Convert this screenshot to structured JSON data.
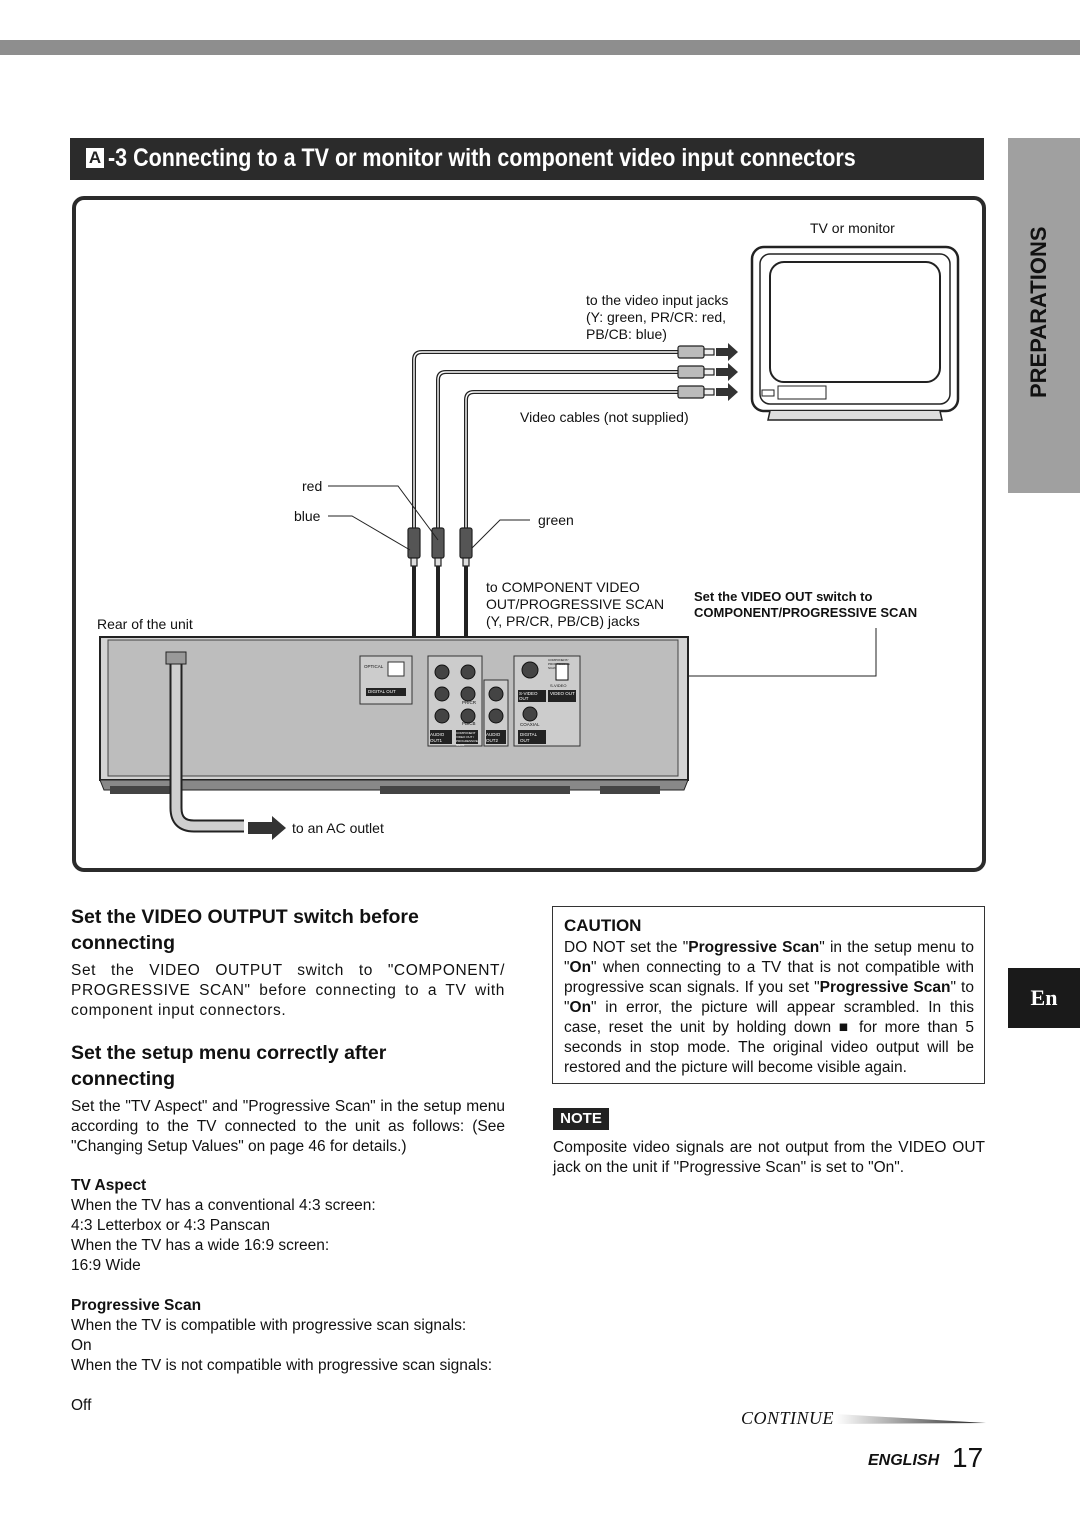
{
  "header": {
    "section_badge": "A",
    "title": "-3 Connecting to a TV or monitor with component video input connectors"
  },
  "side_tab": {
    "label": "PREPARATIONS",
    "lang": "En"
  },
  "diagram": {
    "tv_label": "TV or monitor",
    "input_jacks_line1": "to the video input jacks",
    "input_jacks_line2": "(Y: green, PR/CR: red,",
    "input_jacks_line3": "PB/CB: blue)",
    "cables_label": "Video cables (not supplied)",
    "red_label": "red",
    "blue_label": "blue",
    "green_label": "green",
    "component_line1": "to COMPONENT VIDEO",
    "component_line2": "OUT/PROGRESSIVE SCAN",
    "component_line3": "(Y, PR/CR, PB/CB) jacks",
    "switch_line1": "Set the VIDEO OUT switch to",
    "switch_line2": "COMPONENT/PROGRESSIVE SCAN",
    "rear_label": "Rear of the unit",
    "ac_label": "to an AC outlet",
    "panel": {
      "optical": "OPTICAL",
      "digital_out": "DIGITAL OUT",
      "y": "Y",
      "pr": "PR/CR",
      "pb": "PB/CB",
      "audio_out1": "AUDIO OUT1",
      "component": "COMPONENT VIDEO OUT / PROGRESSIVE SCAN",
      "audio_out2": "AUDIO OUT2",
      "s_video_out": "S-VIDEO OUT",
      "video_out": "VIDEO OUT",
      "coaxial": "COAXIAL",
      "digital_out2": "DIGITAL OUT",
      "switch_top": "COMPONENT/ PROGRESSIVE SCAN",
      "switch_bottom": "S-VIDEO"
    }
  },
  "left": {
    "h1_line1": "Set the VIDEO OUTPUT switch before",
    "h1_line2": "connecting",
    "p1": "Set the VIDEO OUTPUT switch to \"COMPONENT/ PROGRESSIVE SCAN\" before connecting to a TV with component input connectors.",
    "h2_line1": "Set the setup menu correctly after",
    "h2_line2": "connecting",
    "p2": "Set the \"TV Aspect\" and \"Progressive Scan\" in the setup menu according to the TV connected to the unit as follows: (See \"Changing Setup Values\" on page 46 for details.)",
    "tv_aspect_heading": "TV Aspect",
    "tv_aspect_l1": "When the TV has a conventional 4:3 screen:",
    "tv_aspect_l2": "4:3 Letterbox or 4:3 Panscan",
    "tv_aspect_l3": "When the TV has a wide 16:9 screen:",
    "tv_aspect_l4": "16:9 Wide",
    "prog_heading": "Progressive Scan",
    "prog_l1": "When the TV is compatible with progressive scan signals:",
    "prog_l2": "On",
    "prog_l3": "When the TV is not compatible with progressive scan signals:",
    "prog_l5": "Off"
  },
  "caution": {
    "heading": "CAUTION",
    "t1": "DO NOT set the \"",
    "b1": "Progressive Scan",
    "t2": "\" in the setup menu to \"",
    "b2": "On",
    "t3": "\" when connecting to a TV that is not compatible with progressive scan signals. If you set \"",
    "b3": "Progressive Scan",
    "t4": "\" to \"",
    "b4": "On",
    "t5": "\" in error, the picture will appear scrambled. In this case, reset the unit by holding down ",
    "stop_symbol": "■",
    "t6": " for more than 5 seconds in stop mode. The original video output will be restored and the picture will become visible again."
  },
  "note": {
    "label": "NOTE",
    "text": "Composite video signals are not output from the VIDEO OUT jack on the unit if \"Progressive Scan\" is set to \"On\"."
  },
  "footer": {
    "continue": "CONTINUE",
    "language": "ENGLISH",
    "page": "17"
  }
}
